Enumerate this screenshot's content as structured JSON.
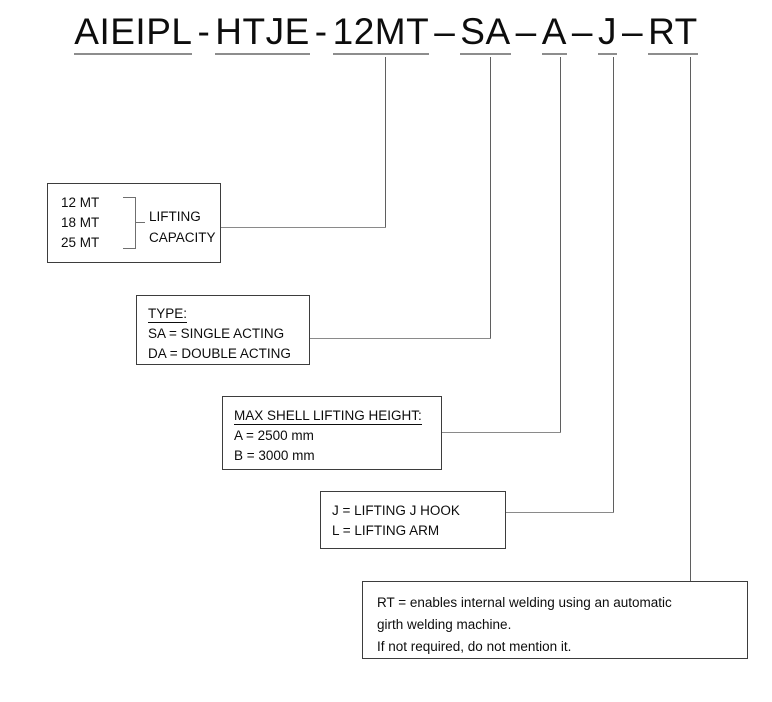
{
  "model_code": {
    "tokens": [
      {
        "text": "AIEIPL",
        "underlined": true
      },
      {
        "text": "-",
        "underlined": false
      },
      {
        "text": "HTJE",
        "underlined": true
      },
      {
        "text": "-",
        "underlined": false
      },
      {
        "text": "12MT",
        "underlined": true
      },
      {
        "text": "–",
        "underlined": false
      },
      {
        "text": "SA",
        "underlined": true
      },
      {
        "text": "–",
        "underlined": false
      },
      {
        "text": "A",
        "underlined": true
      },
      {
        "text": "–",
        "underlined": false
      },
      {
        "text": "J",
        "underlined": true
      },
      {
        "text": "–",
        "underlined": false
      },
      {
        "text": "RT",
        "underlined": true
      }
    ]
  },
  "callouts": {
    "capacity": {
      "values": [
        "12 MT",
        "18 MT",
        "25 MT"
      ],
      "label_line1": "LIFTING",
      "label_line2": "CAPACITY"
    },
    "type": {
      "title": "TYPE:",
      "options": [
        "SA = SINGLE ACTING",
        "DA = DOUBLE ACTING"
      ]
    },
    "height": {
      "title": "MAX SHELL LIFTING HEIGHT:",
      "options": [
        "A = 2500 mm",
        "B = 3000 mm"
      ]
    },
    "attachment": {
      "options": [
        "J = LIFTING J HOOK",
        "L = LIFTING ARM"
      ]
    },
    "rt": {
      "lines": [
        "RT = enables internal welding using an automatic",
        "girth welding machine.",
        "If not required, do not mention it."
      ]
    }
  },
  "colors": {
    "text": "#0d0d0d",
    "box_border": "#3d3d3d",
    "leader_line": "#5f5f5f",
    "underline": "#8d8d8d"
  }
}
